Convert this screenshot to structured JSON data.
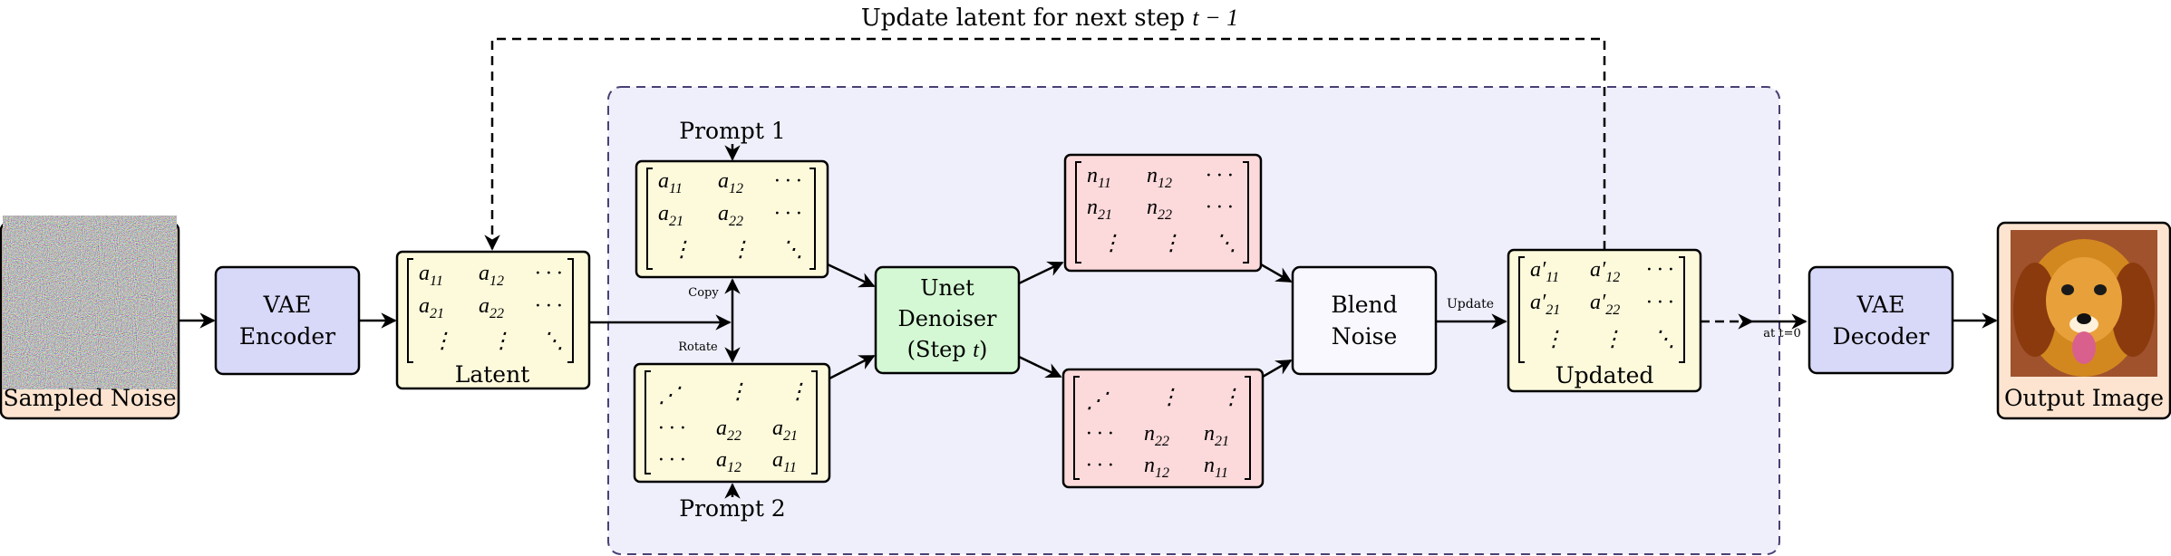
{
  "top_feedback_label": "Update latent for next step",
  "top_feedback_math": "t − 1",
  "nodes": {
    "sampled_noise": "Sampled Noise",
    "vae_encoder": [
      "VAE",
      "Encoder"
    ],
    "latent": "Latent",
    "prompt1": "Prompt 1",
    "prompt2": "Prompt 2",
    "unet": [
      "Unet",
      "Denoiser",
      "(Step ",
      "t",
      ")"
    ],
    "blend": [
      "Blend",
      "Noise"
    ],
    "updated": "Updated",
    "vae_decoder": [
      "VAE",
      "Decoder"
    ],
    "output_image": "Output Image"
  },
  "edge_labels": {
    "copy": "Copy",
    "rotate": "Rotate",
    "update": "Update",
    "at_t0": "at t=0"
  },
  "colors": {
    "orange": "#FCE4D0",
    "blue": "#D8D8F8",
    "yellow": "#FDFADC",
    "green": "#D4F8D4",
    "red": "#FCDADB",
    "region": "#EFEFFC",
    "region_border": "#4A3F74"
  }
}
